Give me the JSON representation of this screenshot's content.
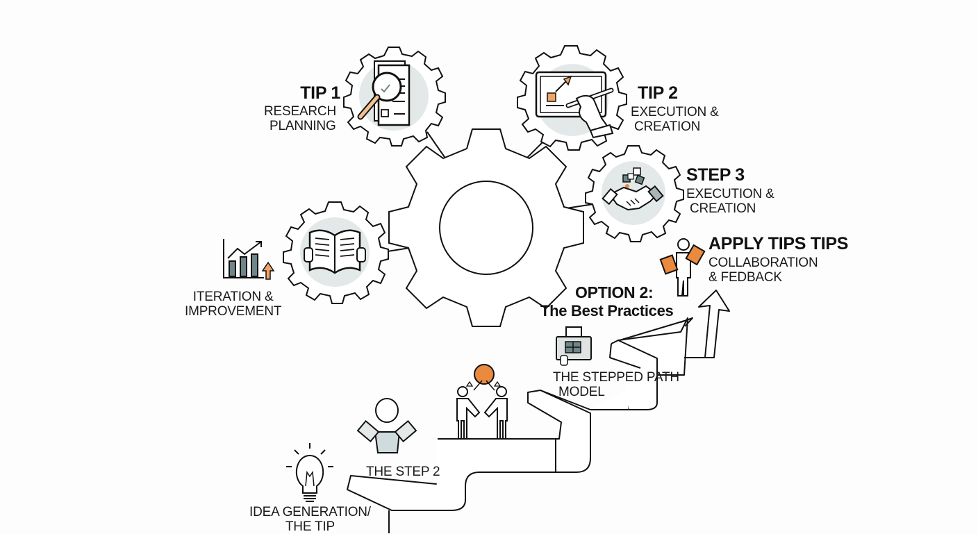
{
  "diagram": {
    "central_gear": {
      "label": "central-gear"
    },
    "nodes": [
      {
        "id": "tip1",
        "title": "TIP 1",
        "lines": [
          "RESEARCH",
          "PLANNING"
        ],
        "icon": "magnifier-document-icon"
      },
      {
        "id": "tip2",
        "title": "TIP 2",
        "lines": [
          "EXECUTION &",
          "CREATION"
        ],
        "icon": "tablet-drawing-icon"
      },
      {
        "id": "step3",
        "title": "STEP 3",
        "lines": [
          "EXECUTION &",
          "CREATION"
        ],
        "icon": "handshake-icon"
      },
      {
        "id": "apply",
        "title": "APPLY TIPS TIPS",
        "lines": [
          "COLLABORATION",
          "& FEDBACK"
        ],
        "icon": "person-carrying-boxes-icon"
      },
      {
        "id": "iteration",
        "title": "",
        "lines": [
          "ITERATION &",
          "IMPROVEMENT"
        ],
        "icon": "open-book-icon"
      },
      {
        "id": "option2",
        "title": "OPTION 2:",
        "lines": [
          "The Best Practices"
        ],
        "icon": "arrow-icon"
      },
      {
        "id": "stepped",
        "title": "",
        "lines": [
          "THE STEPPED PATH",
          "MODEL"
        ],
        "icon": "calendar-board-icon"
      },
      {
        "id": "step2",
        "title": "",
        "lines": [
          "THE STEP 2"
        ],
        "icon": "person-icon"
      },
      {
        "id": "idea",
        "title": "",
        "lines": [
          "IDEA GENERATION/",
          "THE TIP"
        ],
        "icon": "lightbulb-icon"
      }
    ]
  },
  "colors": {
    "line": "#111111",
    "accent_orange": "#ea8a3e",
    "pale_circle": "#e3e9e9",
    "slate": "#6f8587"
  }
}
